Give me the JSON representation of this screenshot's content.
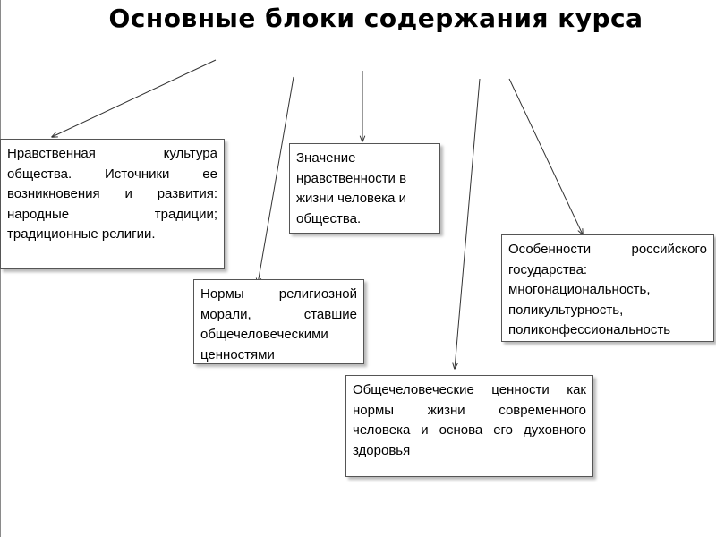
{
  "title": "Основные блоки содержания курса",
  "blocks": [
    {
      "id": "moral-culture",
      "text": "Нравственная культура общества. Источники ее возникновения и развития: народные традиции; традиционные религии."
    },
    {
      "id": "morality-meaning",
      "text": "Значение нравственности в жизни человека и общества."
    },
    {
      "id": "religious-norms",
      "text": "Нормы религиозной морали, ставшие общечеловеческими ценностями"
    },
    {
      "id": "russia-features",
      "text": "Особенности российского государства: многонациональность, поликультурность, поликонфессиональность"
    },
    {
      "id": "universal-values",
      "text": "Общечеловеческие ценности как нормы жизни современного человека и основа его духовного здоровья"
    }
  ],
  "colors": {
    "border": "#555555",
    "arrow": "#333333",
    "frame": "#8a8a8a"
  }
}
